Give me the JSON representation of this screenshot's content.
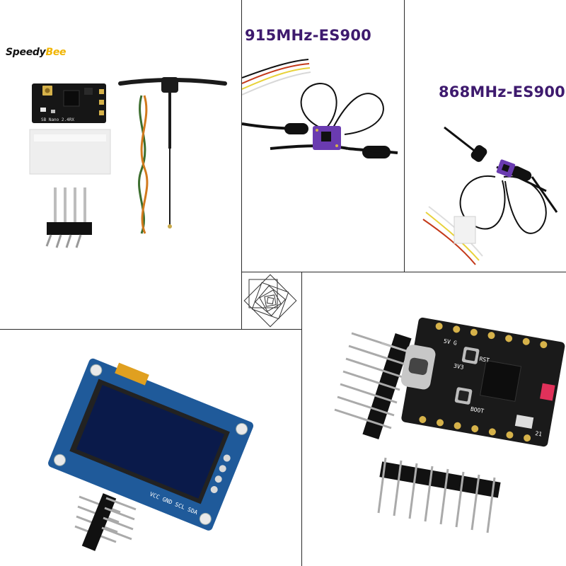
{
  "brand": {
    "part1": "Speedy",
    "part2": "Bee",
    "color1": "#111111",
    "color2": "#f0b400"
  },
  "panels": {
    "p915": {
      "caption": "915MHz-ES900",
      "caption_color": "#3e1a6e"
    },
    "p868": {
      "caption": "868MHz-ES900",
      "caption_color": "#3e1a6e"
    }
  },
  "board_labels": {
    "receiver": "SB Nano 2.4RX",
    "oled_pins": "VCC GND SCL SDA",
    "mcu_5v": "5V",
    "mcu_g": "G",
    "mcu_3v3": "3V3",
    "mcu_rst": "RST",
    "mcu_boot": "BOOT",
    "mcu_21": "21"
  },
  "colors": {
    "pcb_purple": "#6a3bb0",
    "pcb_black": "#1a1a1a",
    "pcb_blue": "#1f5a9a",
    "oled_screen": "#0a1a4a",
    "wire_green": "#3c6e2e",
    "wire_orange": "#d27a1e"
  }
}
